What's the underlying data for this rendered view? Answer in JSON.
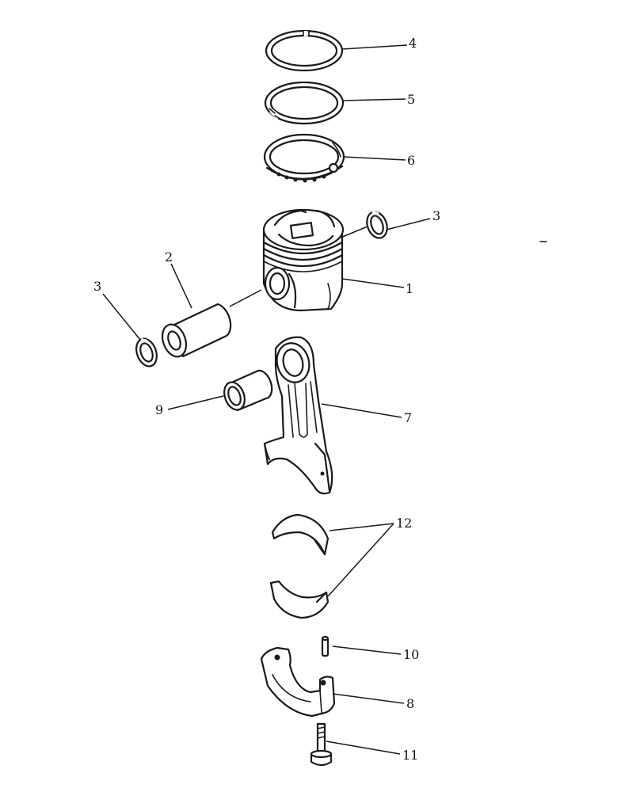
{
  "callouts": {
    "piston": "1",
    "piston_pin": "2",
    "snap_ring_right": "3",
    "snap_ring_left": "3",
    "top_ring": "4",
    "second_ring": "5",
    "oil_ring": "6",
    "connecting_rod": "7",
    "rod_cap": "8",
    "small_end_bushing": "9",
    "dowel_pin": "10",
    "cap_bolt": "11",
    "bearing_shells": "12"
  }
}
